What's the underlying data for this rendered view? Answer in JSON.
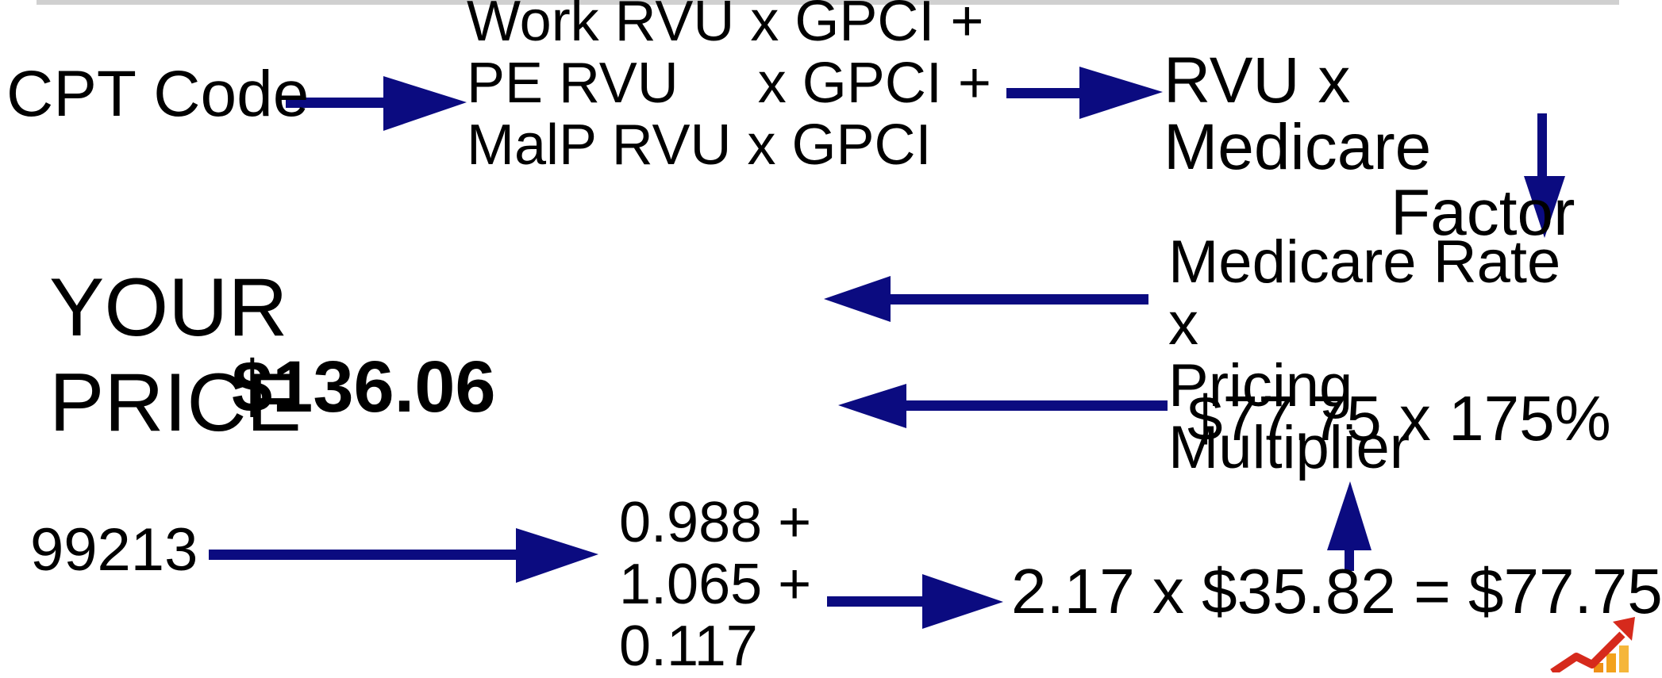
{
  "diagram": {
    "top_row": {
      "cpt_label": "CPT Code",
      "rvu_formula_lines": [
        "Work RVU x GPCI +",
        "PE RVU     x GPCI +",
        "MalP RVU x GPCI"
      ],
      "medicare_lines": [
        "RVU x",
        "Medicare"
      ],
      "factor_label": "Factor"
    },
    "middle_row": {
      "your_price_lines": [
        "YOUR",
        "PRICE"
      ],
      "price_value": "$136.06",
      "medicare_rate_lines": [
        "Medicare Rate",
        "x",
        "Pricing",
        "Multiplier"
      ],
      "rate_calculation": "$77.75 x 175%"
    },
    "bottom_row": {
      "code_value": "99213",
      "rvu_values_lines": [
        "0.988 +",
        "1.065 +",
        "0.117"
      ],
      "rvu_calculation": "2.17 x $35.82 = $77.75"
    },
    "colors": {
      "arrow": "#0b0b80",
      "text": "#000000",
      "top_bar": "#d0d0d0"
    },
    "icons": [
      "trend-up-icon"
    ]
  }
}
